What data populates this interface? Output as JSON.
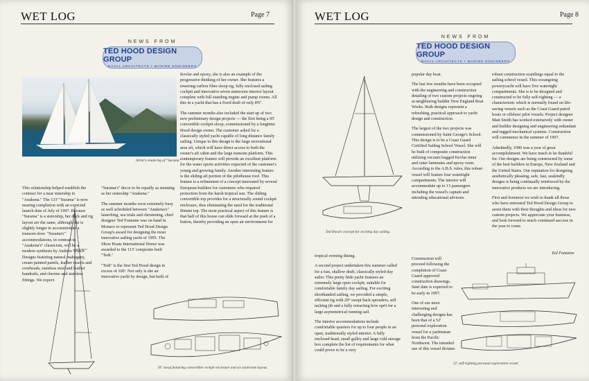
{
  "left_page": {
    "masthead": "WET LOG",
    "page_number": "Page 7",
    "news_from": "NEWS FROM",
    "logo_name": "TED HOOD DESIGN GROUP",
    "logo_sub": "NAVAL ARCHITECTS • MARINE ENGINEERS",
    "photo_caption": "Artist's rendering of \"Surama.\"",
    "drawing_caption": "95' sloop featuring convertible cockpit enclosure and six stateroom layout.",
    "col1_p1": "This relationship helped establish the contract for a near sistership to \"Anakena.\" The 133' \"Surama\" is now nearing completion with an expected launch date of July of 1997. Because \"Surama\" is a sistership, her deck and rig layout are the same, although she is slightly longer to accommodate a transom door. \"Surama's\" accommodations, in contrast to \"Anakena's\" classicism, will be a modern synthesis by Andrew Winch Designs featuring natural mahogany, cream painted panels, leather inserts and overheads, stainless steel and leather handrails, and chrome and stainless fittings. We expect",
    "col2_p1": "\"Surama's\" decor to be equally as stunning as her sistership \"Anakena.\"",
    "col2_p2": "The summer months were extremely busy as well scheduled between \"Anakena's\" launching, sea trials and christening, chief designer Ted Fontaine was on hand in Monaco to represent Ted Hood Design Group's award for designing the most innovative sailing yacht of 1995. The Show Boats International Honor was awarded to the 113' composite built \"Tedi.\"",
    "col2_p3": "\"Tedi\" is the first Ted Hood design in excess of 100'. Not only is she an innovative yacht by design, but built of",
    "col3_p1": "Kevlar and epoxy, she is also an example of the progressive thinking of her owner. She features a towering carbon fiber sloop rig, fully enclosed sailing cockpit and innovative seven stateroom interior layout complete with full standing engine and pump rooms. All this in a yacht that has a fixed draft of only 8'6\".",
    "col3_p2": "The summer months also included the start up of two new preliminary design projects — the first being a 95' convertible cockpit sloop, commissioned by a longtime Hood design owner. The customer asked for a classically styled yacht capable of long distance family sailing. Unique to this design is the large recreational area aft, which will have direct access to both the owner's aft cabin and the large transom platform. This contemporary feature will provide an excellent platform for the water sports activities expected of the customer's young and growing family. Another interesting feature is the sliding aft portion of the pilothouse roof. This feature is a refinement of a concept innovated by several European builders for customers who required protection from the harsh tropical sun. The sliding convertible top provides for a structurally sound cockpit enclosure, thus eliminating the need for the traditional Bimini top. The most practical aspect of this feature is that half of this house can slide forward at the push of a button, thereby providing an open air environment for"
  },
  "right_page": {
    "masthead": "WET LOG",
    "page_number": "Page 8",
    "news_from": "NEWS FROM",
    "logo_name": "TED HOOD DESIGN GROUP",
    "logo_sub": "NAVAL ARCHITECTS • MARINE ENGINEERS",
    "sail_caption": "Ted Hood's concept for exciting day sailing.",
    "boat_caption": "52' self-righting personal exploration vessel.",
    "author": "Ted Fontaine",
    "col1_p1": "tropical evening dining.",
    "col1_p2": "A second project undertaken this summer called for a fast, shallow draft, classically styled day sailer. This pretty little yacht features an extremely large open cockpit, suitable for comfortable family day sailing. For exciting shorthanded sailing, we provided a simple, efficient rig with 29° swept back spreaders, self tacking jib and a fully retracting bow sprit for a large asymmetrical running sail.",
    "col1_p3": "The interior accommodations include comfortable quarters for up to four people in an open, traditionally styled interior. A fully enclosed head, small galley and large cold storage box complete the list of requirements for what could prove to be a very",
    "col2_p1": "popular day boat.",
    "col2_p2": "The last few months have been occupied with the engineering and construction detailing of two custom projects ongoing at neighboring builder New England Boat Works. Both designs represent a refreshing, practical approach to yacht design and construction.",
    "col2_p3": "The largest of the two projects was commissioned by Saint George's School. This design is to be a Coast Guard Certified Sailing School Vessel. She will be built of composite construction utilizing vacuum bagged Kevlar inner and outer laminates and epoxy resin. According to the A.B.S. rules, this robust vessel will feature four watertight compartments. The interior will accommodate up to 13 passengers including the vessel's captain and attending educational advisors.",
    "col2_p4": "Construction will proceed following the completion of Coast Guard approved construction drawings. Start date is expected to be early in 1997.",
    "col2_p5": "One of our most interesting and challenging designs has been that of a 52' personal exploration vessel for a yachtsman from the Pacific Northwest. The intended use of this vessel dictates",
    "col3_p1": "robust construction scantlings equal to the sailing school vessel. This oceangoing powerycacht will have five watertight compartments. She is to be designed and constructed to be fully self-righting — a characteristic which is normally found on life-saving vessels such as the Coast Guard patrol boats or offshore pilot vessels. Project designer Matt Smith has worked extensively with owner and builder designing and engineering redundant and rugged mechanical systems. Construction will commence in the summer of 1997.",
    "col3_p2": "Admittedly, 1996 was a year of great accomplishment. We have much to be thankful for. Our designs are being constructed by some of the best builders in Europe, New Zealand and the United States. Our reputation for designing aesthetically pleasing, safe, fast, seakindly designs is being continually reinforced by the innovative products we are introducing.",
    "col3_p3": "First and foremost we wish to thank all those who have entrusted Ted Hood Design Group to assist them with their thoughts and ideas for new custom projects. We appreciate your business, and look forward to much continued success in the year to come."
  },
  "colors": {
    "paper": "#f3f1ea",
    "logo_fill": "#c9d3e6",
    "logo_text": "#1f3f8a",
    "ink": "#1a1a1a"
  },
  "icons": [
    "sailboat-photo",
    "sloop-sail-plan-drawing",
    "deck-plan-drawing",
    "day-sailer-drawing",
    "motor-vessel-drawing"
  ]
}
